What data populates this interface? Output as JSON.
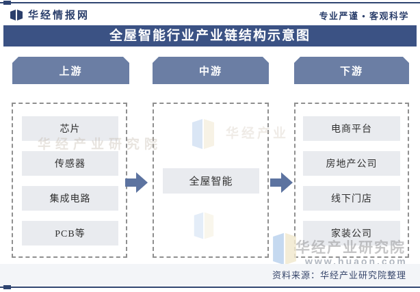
{
  "header": {
    "brand": "华经情报网",
    "slogan": "专业严谨 • 客观科学"
  },
  "title": "全屋智能行业产业链结构示意图",
  "chain": {
    "columns": [
      {
        "label": "上游",
        "items": [
          "芯片",
          "传感器",
          "集成电路",
          "PCB等"
        ]
      },
      {
        "label": "中游",
        "items": [
          "全屋智能"
        ]
      },
      {
        "label": "下游",
        "items": [
          "电商平台",
          "房地产公司",
          "线下门店",
          "家装公司"
        ]
      }
    ],
    "arrow_icon": "right-arrow"
  },
  "footer": {
    "source": "资料来源：华经产业研究院整理"
  },
  "watermarks": {
    "brand_text": "华经产业",
    "agency_text": "华经产业研究院",
    "url": "www.huaon.com"
  },
  "colors": {
    "navy_rule": "#2e4470",
    "title_bar": "#3b5284",
    "column_header": "#6b7ea4",
    "item_box": "#e9ebef",
    "arrow": "#5c73a0",
    "footer_bar": "#f3f5f8",
    "dashed_border": "#8f8f8f"
  }
}
